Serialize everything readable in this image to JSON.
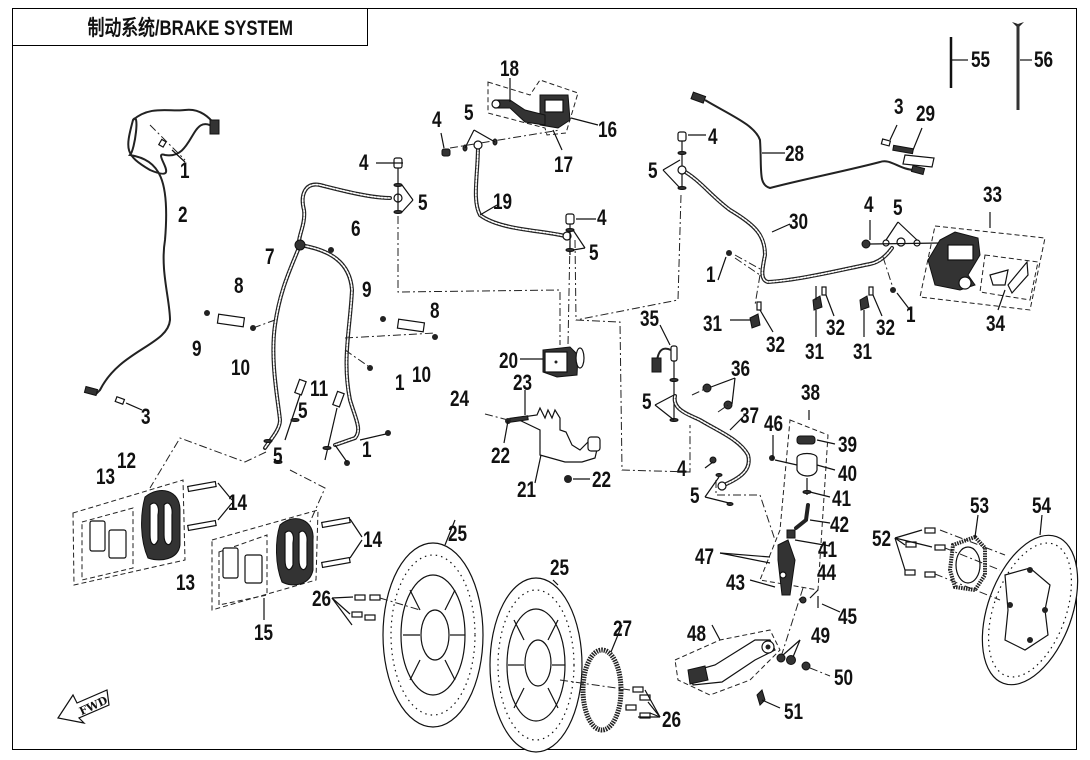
{
  "title": "制动系统/BRAKE SYSTEM",
  "fwd_label": "FWD",
  "callouts": [
    {
      "id": "c1a",
      "num": "1"
    },
    {
      "id": "c2",
      "num": "2"
    },
    {
      "id": "c3a",
      "num": "3"
    },
    {
      "id": "c4a",
      "num": "4"
    },
    {
      "id": "c5a",
      "num": "5"
    },
    {
      "id": "c6",
      "num": "6"
    },
    {
      "id": "c7",
      "num": "7"
    },
    {
      "id": "c8a",
      "num": "8"
    },
    {
      "id": "c9a",
      "num": "9"
    },
    {
      "id": "c10a",
      "num": "10"
    },
    {
      "id": "c8b",
      "num": "8"
    },
    {
      "id": "c9b",
      "num": "9"
    },
    {
      "id": "c10b",
      "num": "10"
    },
    {
      "id": "c1b",
      "num": "1"
    },
    {
      "id": "c11",
      "num": "11"
    },
    {
      "id": "c5b",
      "num": "5"
    },
    {
      "id": "c5c",
      "num": "5"
    },
    {
      "id": "c1c",
      "num": "1"
    },
    {
      "id": "c12",
      "num": "12"
    },
    {
      "id": "c13a",
      "num": "13"
    },
    {
      "id": "c14a",
      "num": "14"
    },
    {
      "id": "c13b",
      "num": "13"
    },
    {
      "id": "c14b",
      "num": "14"
    },
    {
      "id": "c15",
      "num": "15"
    },
    {
      "id": "c4b",
      "num": "4"
    },
    {
      "id": "c5d",
      "num": "5"
    },
    {
      "id": "c18",
      "num": "18"
    },
    {
      "id": "c16",
      "num": "16"
    },
    {
      "id": "c17",
      "num": "17"
    },
    {
      "id": "c19",
      "num": "19"
    },
    {
      "id": "c4c",
      "num": "4"
    },
    {
      "id": "c5e",
      "num": "5"
    },
    {
      "id": "c20",
      "num": "20"
    },
    {
      "id": "c23",
      "num": "23"
    },
    {
      "id": "c24",
      "num": "24"
    },
    {
      "id": "c22a",
      "num": "22"
    },
    {
      "id": "c21",
      "num": "21"
    },
    {
      "id": "c22b",
      "num": "22"
    },
    {
      "id": "c25a",
      "num": "25"
    },
    {
      "id": "c26a",
      "num": "26"
    },
    {
      "id": "c25b",
      "num": "25"
    },
    {
      "id": "c27",
      "num": "27"
    },
    {
      "id": "c26b",
      "num": "26"
    },
    {
      "id": "c4d",
      "num": "4"
    },
    {
      "id": "c5f",
      "num": "5"
    },
    {
      "id": "c28",
      "num": "28"
    },
    {
      "id": "c3b",
      "num": "3"
    },
    {
      "id": "c29",
      "num": "29"
    },
    {
      "id": "c30",
      "num": "30"
    },
    {
      "id": "c1d",
      "num": "1"
    },
    {
      "id": "c4e",
      "num": "4"
    },
    {
      "id": "c5g",
      "num": "5"
    },
    {
      "id": "c33",
      "num": "33"
    },
    {
      "id": "c1e",
      "num": "1"
    },
    {
      "id": "c34",
      "num": "34"
    },
    {
      "id": "c31a",
      "num": "31"
    },
    {
      "id": "c32a",
      "num": "32"
    },
    {
      "id": "c31b",
      "num": "31"
    },
    {
      "id": "c32b",
      "num": "32"
    },
    {
      "id": "c31c",
      "num": "31"
    },
    {
      "id": "c32c",
      "num": "32"
    },
    {
      "id": "c35",
      "num": "35"
    },
    {
      "id": "c36",
      "num": "36"
    },
    {
      "id": "c5h",
      "num": "5"
    },
    {
      "id": "c37",
      "num": "37"
    },
    {
      "id": "c4f",
      "num": "4"
    },
    {
      "id": "c5i",
      "num": "5"
    },
    {
      "id": "c38",
      "num": "38"
    },
    {
      "id": "c46",
      "num": "46"
    },
    {
      "id": "c39",
      "num": "39"
    },
    {
      "id": "c40",
      "num": "40"
    },
    {
      "id": "c41a",
      "num": "41"
    },
    {
      "id": "c42",
      "num": "42"
    },
    {
      "id": "c41b",
      "num": "41"
    },
    {
      "id": "c47",
      "num": "47"
    },
    {
      "id": "c43",
      "num": "43"
    },
    {
      "id": "c44",
      "num": "44"
    },
    {
      "id": "c45",
      "num": "45"
    },
    {
      "id": "c48",
      "num": "48"
    },
    {
      "id": "c49",
      "num": "49"
    },
    {
      "id": "c50",
      "num": "50"
    },
    {
      "id": "c51",
      "num": "51"
    },
    {
      "id": "c52",
      "num": "52"
    },
    {
      "id": "c53",
      "num": "53"
    },
    {
      "id": "c54",
      "num": "54"
    },
    {
      "id": "c55",
      "num": "55"
    },
    {
      "id": "c56",
      "num": "56"
    }
  ]
}
